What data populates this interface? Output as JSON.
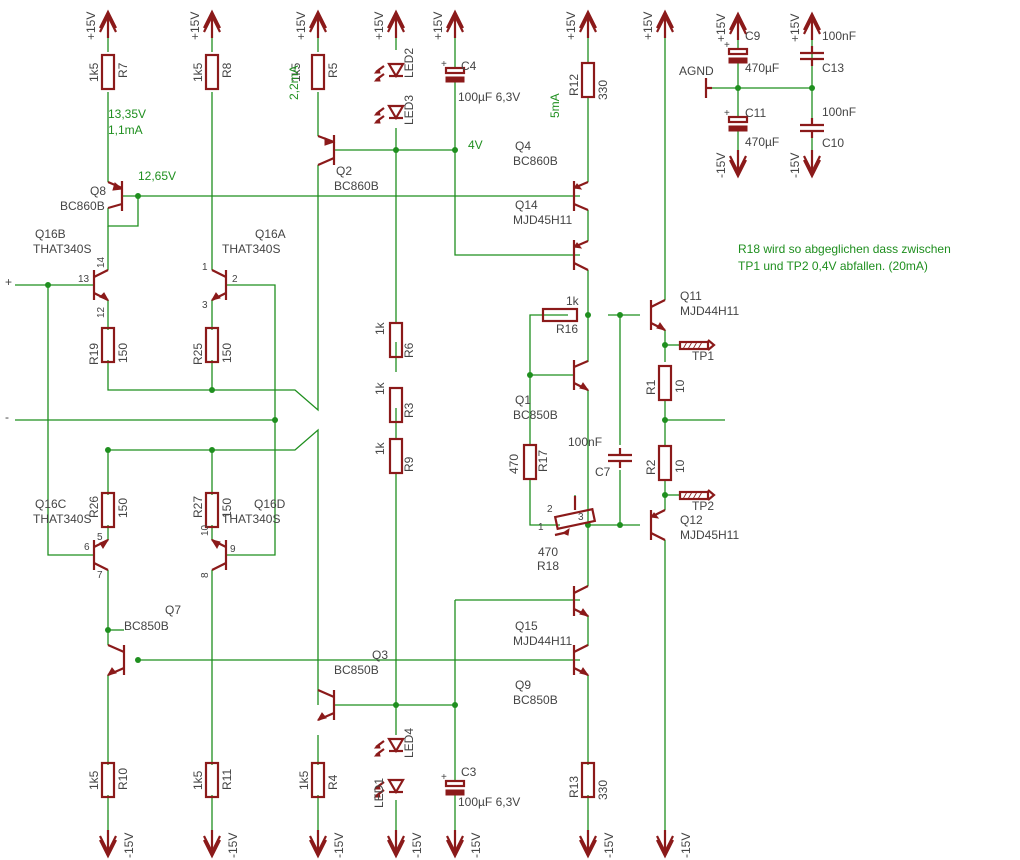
{
  "supply": {
    "pos": "+15V",
    "neg": "-15V",
    "gnd": "AGND"
  },
  "inputs": {
    "plus": "+",
    "minus": "-"
  },
  "resistors": {
    "R7": {
      "name": "R7",
      "value": "1k5"
    },
    "R8": {
      "name": "R8",
      "value": "1k5"
    },
    "R5": {
      "name": "R5",
      "value": "1k5"
    },
    "R12": {
      "name": "R12",
      "value": "330"
    },
    "R19": {
      "name": "R19",
      "value": "150"
    },
    "R25": {
      "name": "R25",
      "value": "150"
    },
    "R26": {
      "name": "R26",
      "value": "150"
    },
    "R27": {
      "name": "R27",
      "value": "150"
    },
    "R6": {
      "name": "R6",
      "value": "1k"
    },
    "R3": {
      "name": "R3",
      "value": "1k"
    },
    "R9": {
      "name": "R9",
      "value": "1k"
    },
    "R16": {
      "name": "R16",
      "value": "1k"
    },
    "R17": {
      "name": "R17",
      "value": "470"
    },
    "R18": {
      "name": "R18",
      "value": "470"
    },
    "R1": {
      "name": "R1",
      "value": "10"
    },
    "R2": {
      "name": "R2",
      "value": "10"
    },
    "R10": {
      "name": "R10",
      "value": "1k5"
    },
    "R11": {
      "name": "R11",
      "value": "1k5"
    },
    "R4": {
      "name": "R4",
      "value": "1k5"
    },
    "R13": {
      "name": "R13",
      "value": "330"
    }
  },
  "capacitors": {
    "C4": {
      "name": "C4",
      "value": "100µF 6,3V"
    },
    "C3": {
      "name": "C3",
      "value": "100µF 6,3V"
    },
    "C7": {
      "name": "C7",
      "value": "100nF"
    },
    "C9": {
      "name": "C9",
      "value": "470µF"
    },
    "C11": {
      "name": "C11",
      "value": "470µF"
    },
    "C13": {
      "name": "C13",
      "value": "100nF"
    },
    "C10": {
      "name": "C10",
      "value": "100nF"
    }
  },
  "transistors": {
    "Q8": {
      "name": "Q8",
      "type": "BC860B"
    },
    "Q2": {
      "name": "Q2",
      "type": "BC860B"
    },
    "Q4": {
      "name": "Q4",
      "type": "BC860B"
    },
    "Q14": {
      "name": "Q14",
      "type": "MJD45H11"
    },
    "Q16B": {
      "name": "Q16B",
      "type": "THAT340S"
    },
    "Q16A": {
      "name": "Q16A",
      "type": "THAT340S"
    },
    "Q16C": {
      "name": "Q16C",
      "type": "THAT340S"
    },
    "Q16D": {
      "name": "Q16D",
      "type": "THAT340S"
    },
    "Q1": {
      "name": "Q1",
      "type": "BC850B"
    },
    "Q11": {
      "name": "Q11",
      "type": "MJD44H11"
    },
    "Q12": {
      "name": "Q12",
      "type": "MJD45H11"
    },
    "Q7": {
      "name": "Q7",
      "type": "BC850B"
    },
    "Q3": {
      "name": "Q3",
      "type": "BC850B"
    },
    "Q15": {
      "name": "Q15",
      "type": "MJD44H11"
    },
    "Q9": {
      "name": "Q9",
      "type": "BC850B"
    }
  },
  "pins": {
    "q16b_b": "13",
    "q16b_c": "14",
    "q16b_e": "12",
    "q16a_c": "1",
    "q16a_b": "2",
    "q16a_e": "3",
    "q16c_b": "6",
    "q16c_e": "5",
    "q16c_c": "7",
    "q16d_e": "10",
    "q16d_b": "9",
    "q16d_c": "8",
    "r18_1": "1",
    "r18_2": "2",
    "r18_3": "3"
  },
  "leds": {
    "LED1": "LED1",
    "LED2": "LED2",
    "LED3": "LED3",
    "LED4": "LED4"
  },
  "testpoints": {
    "TP1": "TP1",
    "TP2": "TP2"
  },
  "annotations": {
    "v1335": "13,35V",
    "i11": "1,1mA",
    "v1265": "12,65V",
    "i22": "2,2mA",
    "v4": "4V",
    "i5": "5mA",
    "note_line1": "R18 wird so abgeglichen dass zwischen",
    "note_line2": "TP1 und TP2 0,4V abfallen. (20mA)"
  }
}
